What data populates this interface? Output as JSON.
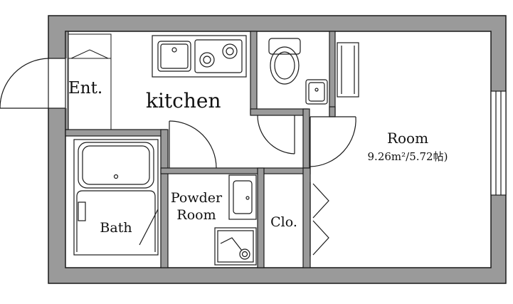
{
  "floor_plan": {
    "rooms": {
      "entrance": "Ent.",
      "kitchen": "kitchen",
      "bath": "Bath",
      "powder_room_line1": "Powder",
      "powder_room_line2": "Room",
      "closet": "Clo.",
      "room": "Room",
      "room_size": "9.26m²/5.72帖)"
    },
    "colors": {
      "wall": "#9a9a9a",
      "outline": "#1a1a1a",
      "background": "#ffffff"
    }
  }
}
